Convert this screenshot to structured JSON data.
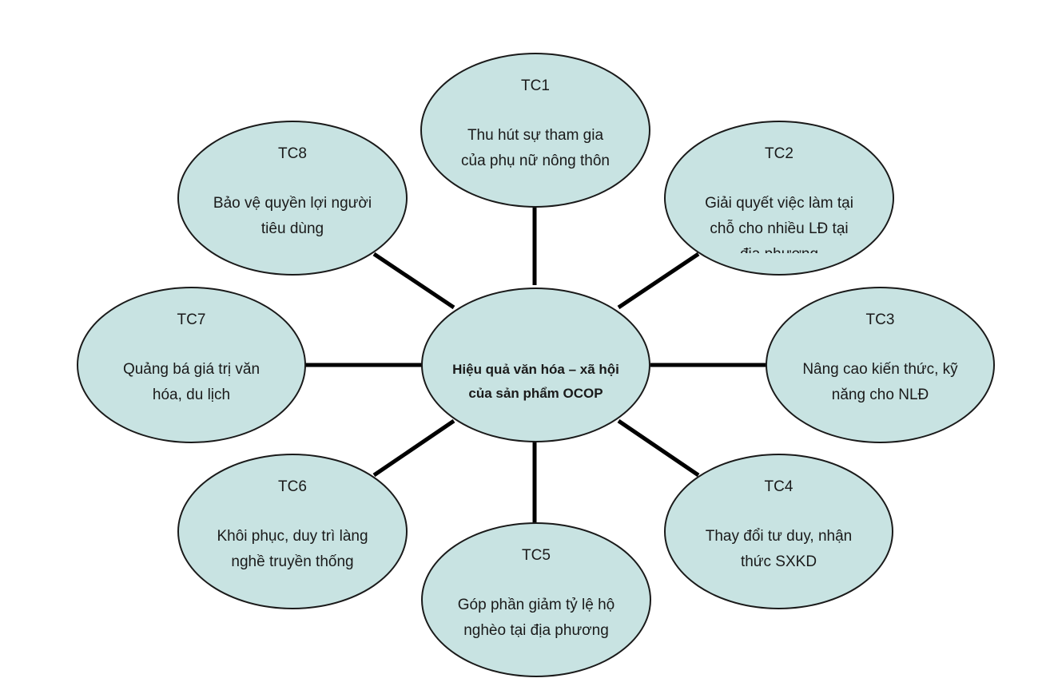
{
  "diagram": {
    "center": {
      "title": "Hiệu quả văn hóa – xã hội của sản phẩm OCOP"
    },
    "criteria": [
      {
        "code": "TC1",
        "description": "Thu hút sự tham gia của phụ nữ nông thôn"
      },
      {
        "code": "TC2",
        "description": "Giải quyết việc làm tại chỗ cho nhiều LĐ tại địa phương"
      },
      {
        "code": "TC3",
        "description": "Nâng cao kiến thức, kỹ năng cho NLĐ"
      },
      {
        "code": "TC4",
        "description": "Thay đổi tư duy, nhận thức SXKD"
      },
      {
        "code": "TC5",
        "description": "Góp phần giảm tỷ lệ hộ nghèo tại địa phương"
      },
      {
        "code": "TC6",
        "description": "Khôi phục, duy trì làng nghề truyền thống"
      },
      {
        "code": "TC7",
        "description": "Quảng bá giá trị văn hóa, du lịch"
      },
      {
        "code": "TC8",
        "description": "Bảo vệ quyền lợi người tiêu dùng"
      }
    ],
    "colors": {
      "node_fill": "#c8e3e2",
      "node_stroke": "#1a1a1a",
      "connector": "#000000"
    }
  }
}
